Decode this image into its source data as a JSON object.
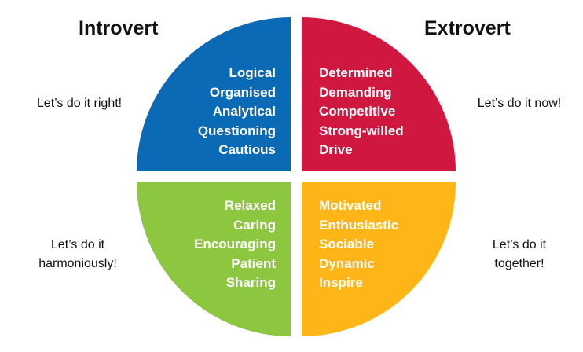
{
  "headings": {
    "introvert": "Introvert",
    "extrovert": "Extrovert"
  },
  "colors": {
    "blue": "#0A6AB5",
    "red": "#D0173F",
    "green": "#8DC63F",
    "yellow": "#FDB517"
  },
  "quadrants": {
    "top_left": {
      "color": "blue",
      "traits": [
        "Logical",
        "Organised",
        "Analytical",
        "Questioning",
        "Cautious"
      ],
      "motto": [
        "Let’s do it right!"
      ]
    },
    "top_right": {
      "color": "red",
      "traits": [
        "Determined",
        "Demanding",
        "Competitive",
        "Strong-willed",
        "Drive"
      ],
      "motto": [
        "Let’s do it now!"
      ]
    },
    "bottom_left": {
      "color": "green",
      "traits": [
        "Relaxed",
        "Caring",
        "Encouraging",
        "Patient",
        "Sharing"
      ],
      "motto": [
        "Let’s do it",
        "harmoniously!"
      ]
    },
    "bottom_right": {
      "color": "yellow",
      "traits": [
        "Motivated",
        "Enthusiastic",
        "Sociable",
        "Dynamic",
        "Inspire"
      ],
      "motto": [
        "Let’s do it",
        "together!"
      ]
    }
  }
}
